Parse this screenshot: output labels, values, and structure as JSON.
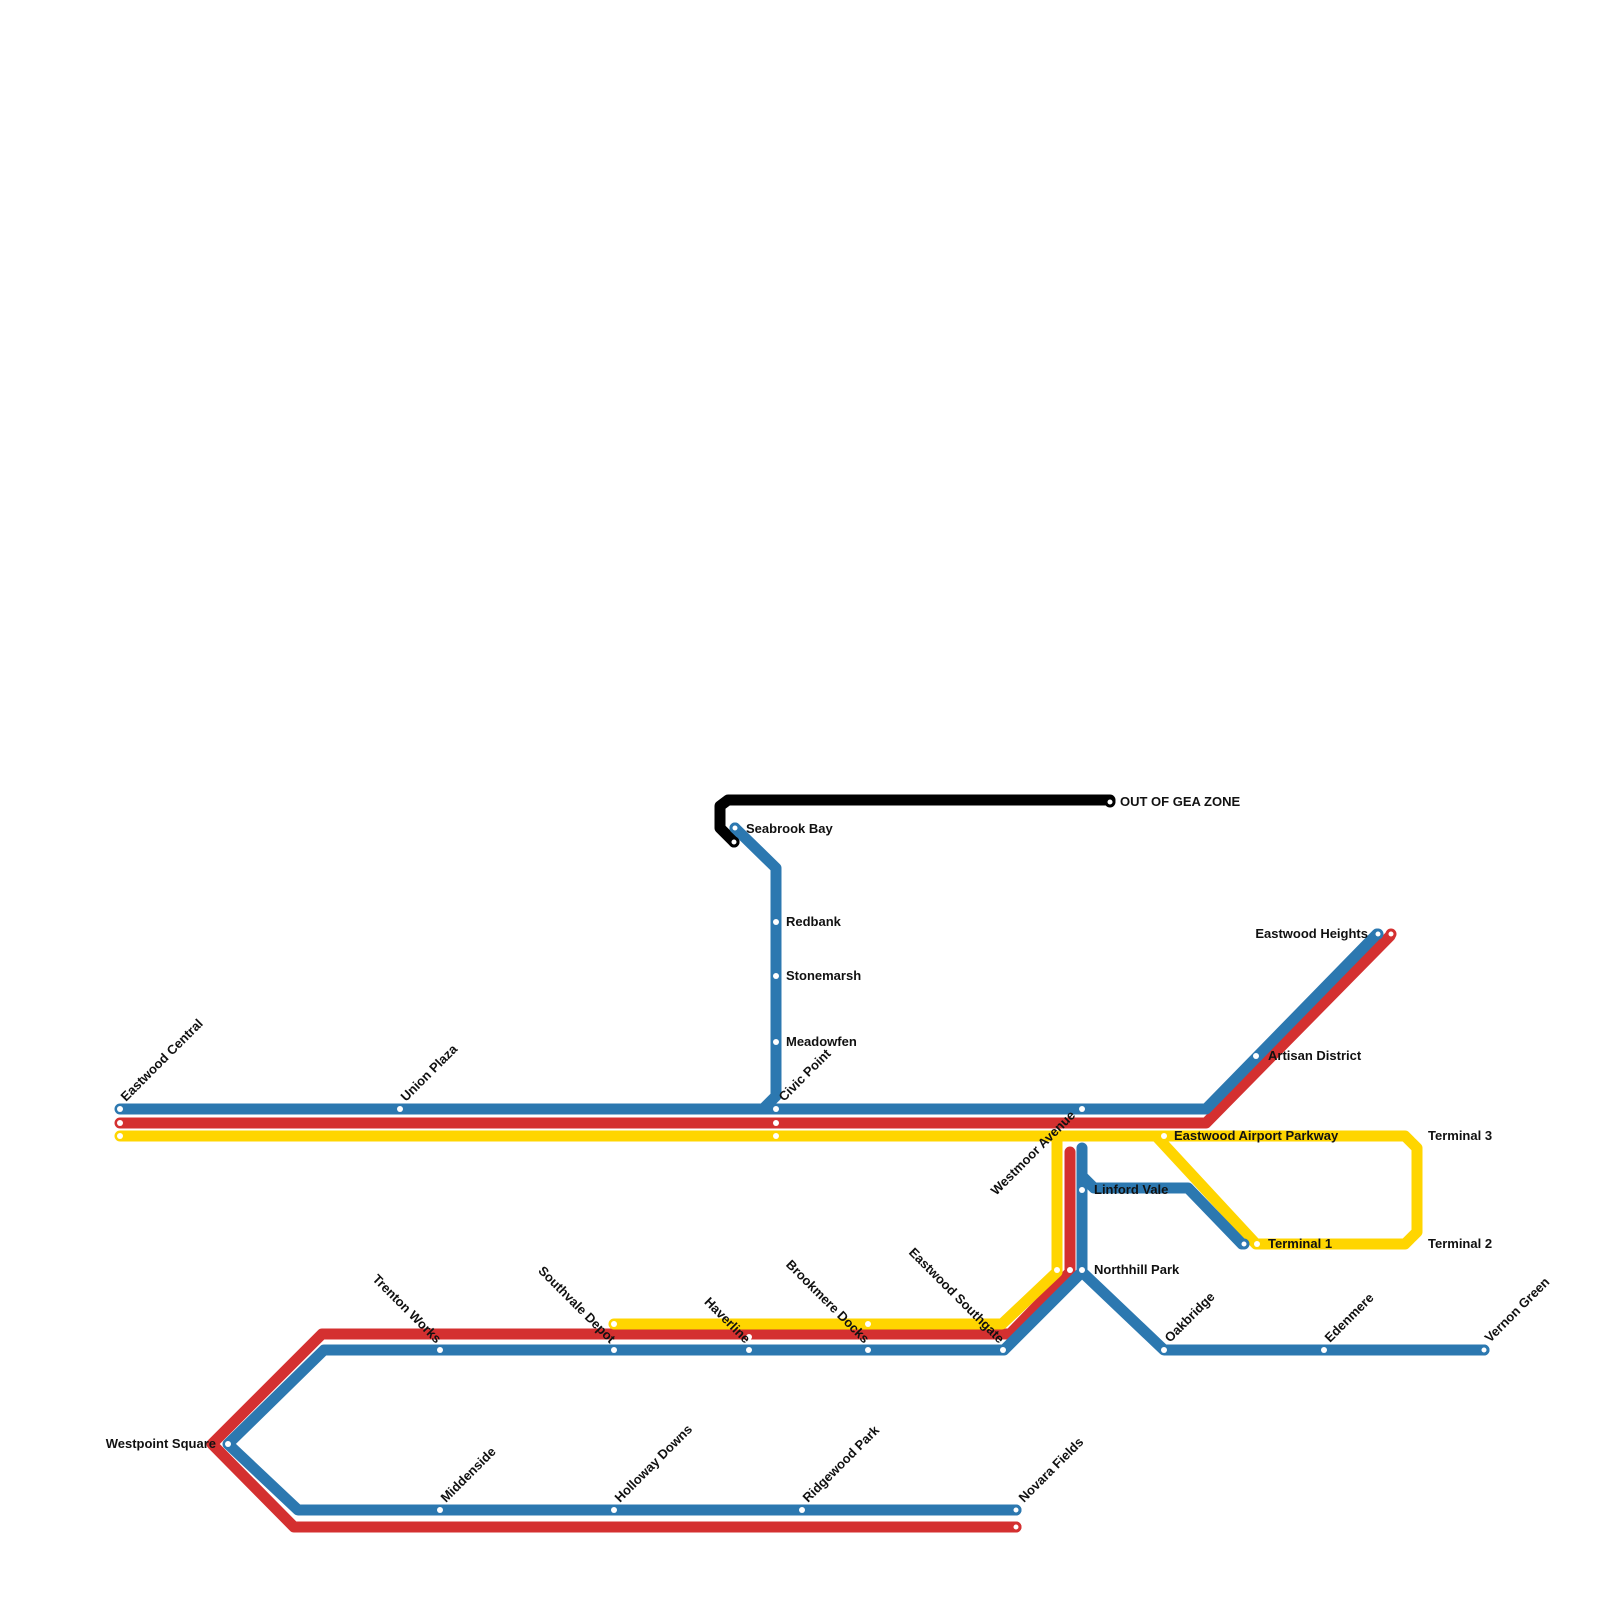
{
  "colors": {
    "blue": "#2c78b0",
    "red": "#d43030",
    "yellow": "#ffd500",
    "black": "#000000"
  },
  "lines": {
    "blue": "blue",
    "red": "red",
    "yellow": "yellow",
    "black": "black"
  },
  "stations": {
    "eastwood_central": "Eastwood Central",
    "union_plaza": "Union Plaza",
    "civic_point": "Civic Point",
    "seabrook_bay": "Seabrook Bay",
    "redbank": "Redbank",
    "stonemarsh": "Stonemarsh",
    "meadowfen": "Meadowfen",
    "out_of_gea_zone": "OUT OF GEA ZONE",
    "eastwood_heights": "Eastwood Heights",
    "artisan_district": "Artisan District",
    "westmoor_avenue": "Westmoor Avenue",
    "eastwood_airport_parkway": "Eastwood Airport Parkway",
    "terminal_3": "Terminal 3",
    "terminal_1": "Terminal 1",
    "terminal_2": "Terminal 2",
    "linford_vale": "Linford Vale",
    "northhill_park": "Northhill Park",
    "oakbridge": "Oakbridge",
    "edenmere": "Edenmere",
    "vernon_green": "Vernon Green",
    "trenton_works": "Trenton Works",
    "southvale_depot": "Southvale Depot",
    "haverline": "Haverline",
    "brookmere_docks": "Brookmere Docks",
    "eastwood_southgate": "Eastwood Southgate",
    "westpoint_square": "Westpoint Square",
    "middenside": "Middenside",
    "holloway_downs": "Holloway Downs",
    "ridgewood_park": "Ridgewood Park",
    "novara_fields": "Novara Fields"
  }
}
